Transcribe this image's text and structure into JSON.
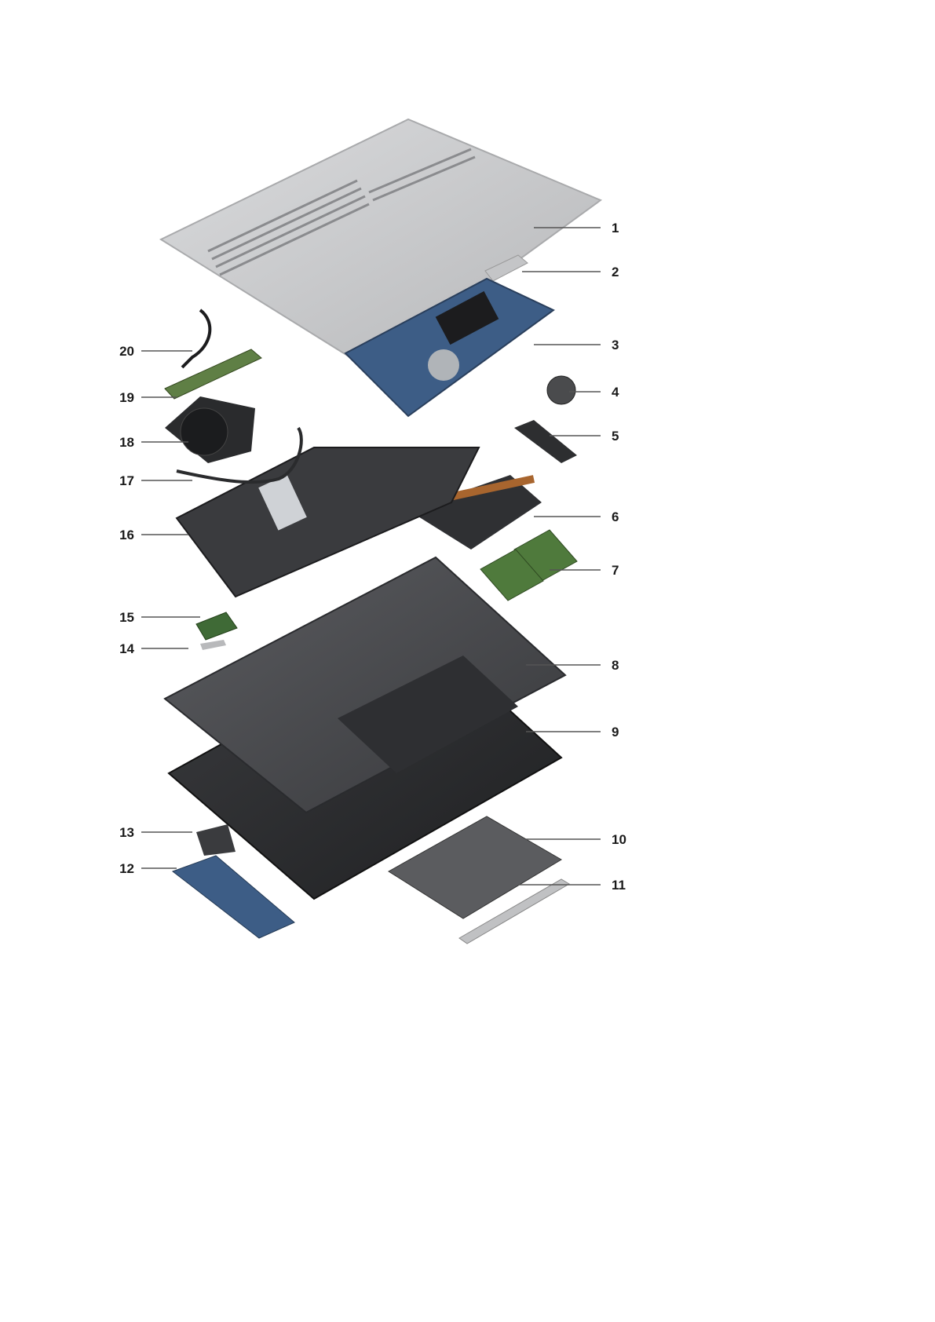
{
  "callouts": [
    {
      "label": "1"
    },
    {
      "label": "2"
    },
    {
      "label": "3"
    },
    {
      "label": "4"
    },
    {
      "label": "5"
    },
    {
      "label": "6"
    },
    {
      "label": "7"
    },
    {
      "label": "8"
    },
    {
      "label": "9"
    },
    {
      "label": "10"
    },
    {
      "label": "11"
    },
    {
      "label": "12"
    },
    {
      "label": "13"
    },
    {
      "label": "14"
    },
    {
      "label": "15"
    },
    {
      "label": "16"
    },
    {
      "label": "17"
    },
    {
      "label": "18"
    },
    {
      "label": "19"
    },
    {
      "label": "20"
    }
  ],
  "colors": {
    "base_cover": "#c9cacc",
    "board_blue": "#3d5d86",
    "battery": "#3a3b3e",
    "palmrest": "#4a4b4e",
    "display": "#2a2b2e",
    "ram_green": "#4f7a3c",
    "copper": "#a8652e",
    "leader": "#555555"
  }
}
